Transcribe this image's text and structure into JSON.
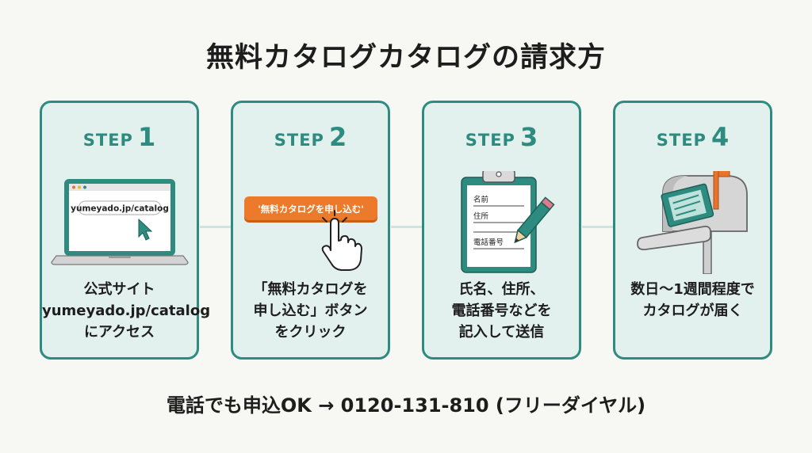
{
  "title": "無料カタログカタログの請求方",
  "steps": [
    {
      "label": "STEP",
      "number": "1",
      "desc_lines": [
        "公式サイト",
        "yumeyado.jp/catalog",
        "にアクセス"
      ],
      "url_bar": "yumeyado.jp/catalog"
    },
    {
      "label": "STEP",
      "number": "2",
      "desc_lines": [
        "「無料カタログを",
        "申し込む」ボタン",
        "をクリック"
      ],
      "button_text": "'無料カタログを申し込む'"
    },
    {
      "label": "STEP",
      "number": "3",
      "desc_lines": [
        "氏名、住所、",
        "電話番号などを",
        "記入して送信"
      ],
      "form_fields": [
        "名前",
        "住所",
        "電話番号"
      ]
    },
    {
      "label": "STEP",
      "number": "4",
      "desc_lines": [
        "数日〜1週間程度で",
        "カタログが届く"
      ]
    }
  ],
  "footer": "電話でも申込OK → 0120-131-810 (フリーダイヤル)",
  "colors": {
    "accent": "#2e8b80",
    "card_bg": "#e3f1ee",
    "button": "#ec7a2a",
    "flag": "#e8732a"
  },
  "icons": [
    "laptop-icon",
    "cursor-icon",
    "hand-pointer-icon",
    "clipboard-icon",
    "pencil-icon",
    "mailbox-icon"
  ]
}
